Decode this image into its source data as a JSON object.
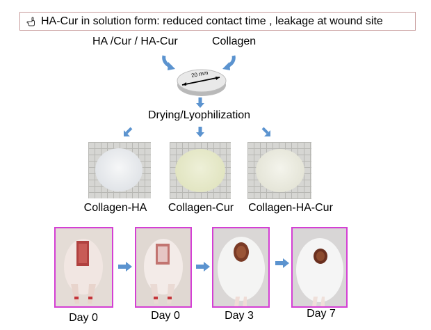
{
  "banner": {
    "icon": "pointing-hand-icon",
    "text": "HA-Cur in solution form: reduced contact time , leakage at wound site"
  },
  "inputs": {
    "left_label": "HA /Cur / HA-Cur",
    "right_label": "Collagen"
  },
  "disc": {
    "diameter_label": "20 mm"
  },
  "process": {
    "step_label": "Drying/Lyophilization"
  },
  "scaffolds": [
    {
      "label": "Collagen-HA",
      "color": "#eceef0"
    },
    {
      "label": "Collagen-Cur",
      "color": "#e9ebcf"
    },
    {
      "label": "Collagen-HA-Cur",
      "color": "#ebebe0"
    }
  ],
  "wound_photos": [
    {
      "label": "Day 0"
    },
    {
      "label": "Day 0"
    },
    {
      "label": "Day 3"
    },
    {
      "label": "Day 7"
    }
  ],
  "colors": {
    "arrow_blue": "#5b93cf",
    "frame_magenta": "#d43fd4",
    "banner_border": "#c79a9a"
  }
}
